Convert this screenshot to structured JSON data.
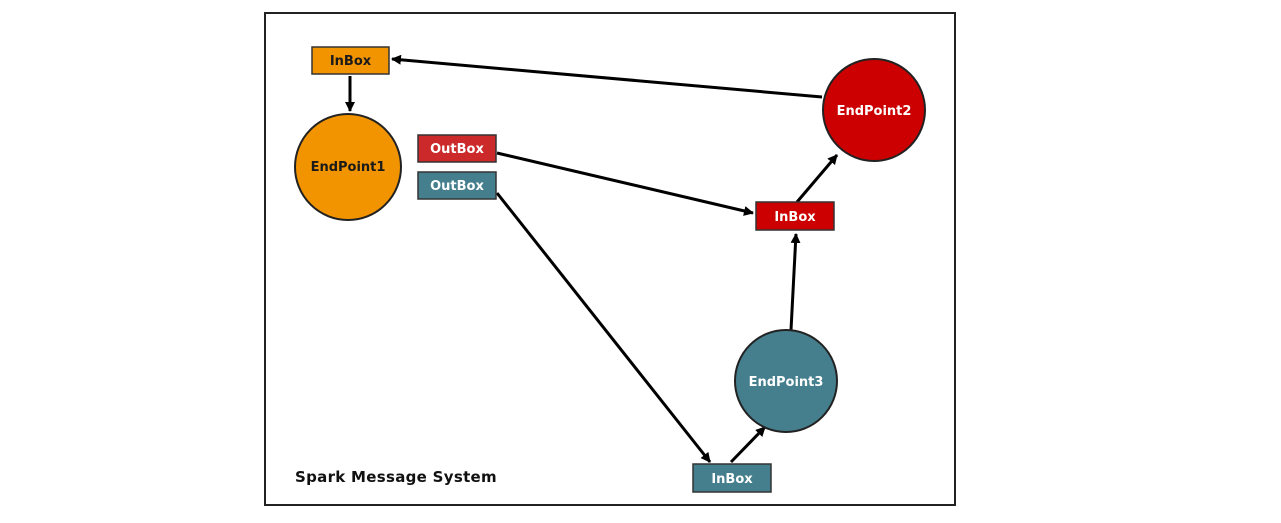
{
  "diagram": {
    "caption": "Spark Message System",
    "nodes": {
      "inbox_ep1": {
        "label": "InBox",
        "fill": "#f29400",
        "text_color": "#1a1a1a"
      },
      "endpoint1": {
        "label": "EndPoint1",
        "fill": "#f29400",
        "text_color": "#1a1a1a"
      },
      "outbox_red": {
        "label": "OutBox",
        "fill": "#cc2a2a",
        "text_color": "#ffffff"
      },
      "outbox_teal": {
        "label": "OutBox",
        "fill": "#457f8e",
        "text_color": "#ffffff"
      },
      "endpoint2": {
        "label": "EndPoint2",
        "fill": "#cc0000",
        "text_color": "#ffffff"
      },
      "inbox_ep2": {
        "label": "InBox",
        "fill": "#cc0000",
        "text_color": "#ffffff"
      },
      "endpoint3": {
        "label": "EndPoint3",
        "fill": "#457f8e",
        "text_color": "#ffffff"
      },
      "inbox_ep3": {
        "label": "InBox",
        "fill": "#457f8e",
        "text_color": "#ffffff"
      }
    },
    "edges": [
      {
        "from": "inbox_ep1",
        "to": "endpoint1"
      },
      {
        "from": "endpoint2",
        "to": "inbox_ep1"
      },
      {
        "from": "outbox_red",
        "to": "inbox_ep2"
      },
      {
        "from": "outbox_teal",
        "to": "inbox_ep3"
      },
      {
        "from": "inbox_ep3",
        "to": "endpoint3"
      },
      {
        "from": "endpoint3",
        "to": "inbox_ep2"
      },
      {
        "from": "inbox_ep2",
        "to": "endpoint2"
      }
    ]
  }
}
